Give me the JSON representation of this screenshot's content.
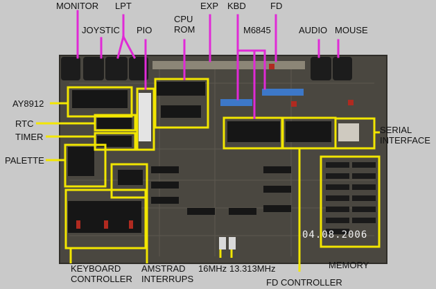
{
  "labels": {
    "monitor": "MONITOR",
    "lpt": "LPT",
    "joystic": "JOYSTIC",
    "pio": "PIO",
    "cpu_rom": "CPU\nROM",
    "exp": "EXP",
    "kbd": "KBD",
    "fd": "FD",
    "m6845": "M6845",
    "audio": "AUDIO",
    "mouse": "MOUSE",
    "ay8912": "AY8912",
    "rtc": "RTC",
    "timer": "TIMER",
    "palette": "PALETTE",
    "serial_interface": "SERIAL\nINTERFACE",
    "keyboard_controller": "KEYBOARD\nCONTROLLER",
    "amstrad_interrups": "AMSTRAD\nINTERRUPS",
    "mhz16": "16MHz",
    "mhz13": "13.313MHz",
    "memory": "MEMORY",
    "fd_controller": "FD CONTROLLER"
  },
  "date_stamp": "04.08.2006",
  "colors": {
    "background": "#c9c9c9",
    "board": "#4a4740",
    "highlight_box": "#f2e600",
    "pointer": "#e02ad6",
    "label_text": "#111111"
  }
}
